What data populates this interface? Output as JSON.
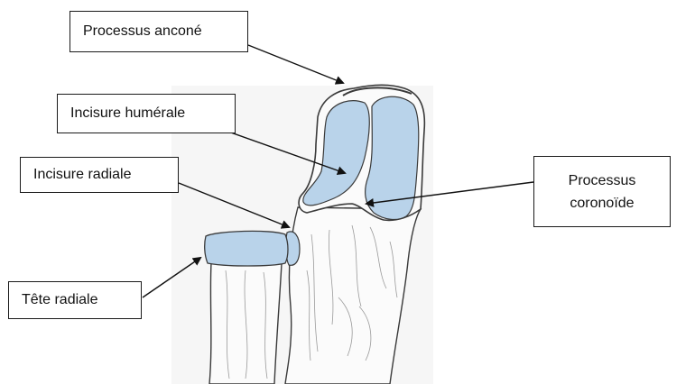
{
  "labels": {
    "processus_ancone": "Processus anconé",
    "incisure_humerale": "Incisure humérale",
    "incisure_radiale": "Incisure radiale",
    "tete_radiale": "Tête radiale",
    "processus_coronoide_line1": "Processus",
    "processus_coronoide_line2": "coronoïde"
  },
  "colors": {
    "cartilage": "#b9d3ea",
    "bone_outline": "#3a3a3a",
    "bone_fill": "#fbfbfb",
    "background": "#ffffff"
  }
}
